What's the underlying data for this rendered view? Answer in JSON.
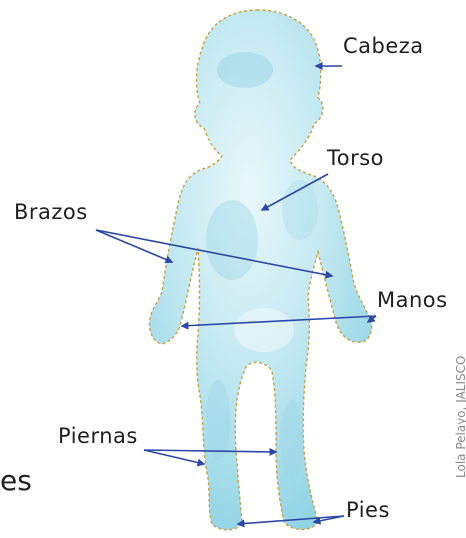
{
  "labels": {
    "cabeza": "Cabeza",
    "torso": "Torso",
    "brazos": "Brazos",
    "manos": "Manos",
    "piernas": "Piernas",
    "pies": "Pies"
  },
  "credit": "Lola Pelayo, JALISCO",
  "fragment_text": "es",
  "colors": {
    "arrow": "#2b47a8",
    "body_fill": "#bfe6ef",
    "body_outline": "#c8a23c",
    "text": "#1f1f1f"
  }
}
